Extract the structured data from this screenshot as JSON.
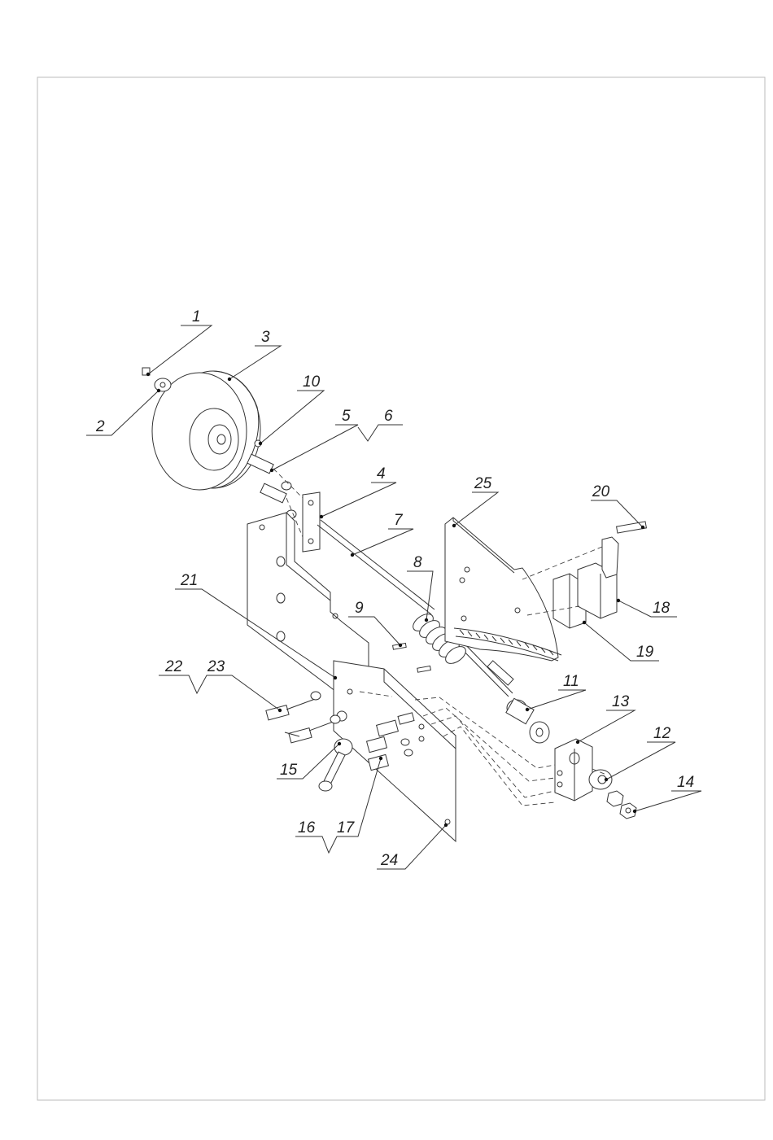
{
  "drawing": {
    "callouts": [
      {
        "id": "c1",
        "label": "1"
      },
      {
        "id": "c2",
        "label": "2"
      },
      {
        "id": "c3",
        "label": "3"
      },
      {
        "id": "c4",
        "label": "4"
      },
      {
        "id": "c5",
        "label": "5"
      },
      {
        "id": "c6",
        "label": "6"
      },
      {
        "id": "c7",
        "label": "7"
      },
      {
        "id": "c8",
        "label": "8"
      },
      {
        "id": "c9",
        "label": "9"
      },
      {
        "id": "c10",
        "label": "10"
      },
      {
        "id": "c11",
        "label": "11"
      },
      {
        "id": "c12",
        "label": "12"
      },
      {
        "id": "c13",
        "label": "13"
      },
      {
        "id": "c14",
        "label": "14"
      },
      {
        "id": "c15",
        "label": "15"
      },
      {
        "id": "c16",
        "label": "16"
      },
      {
        "id": "c17",
        "label": "17"
      },
      {
        "id": "c18",
        "label": "18"
      },
      {
        "id": "c19",
        "label": "19"
      },
      {
        "id": "c20",
        "label": "20"
      },
      {
        "id": "c21",
        "label": "21"
      },
      {
        "id": "c22",
        "label": "22"
      },
      {
        "id": "c23",
        "label": "23"
      },
      {
        "id": "c24",
        "label": "24"
      },
      {
        "id": "c25",
        "label": "25"
      }
    ]
  }
}
